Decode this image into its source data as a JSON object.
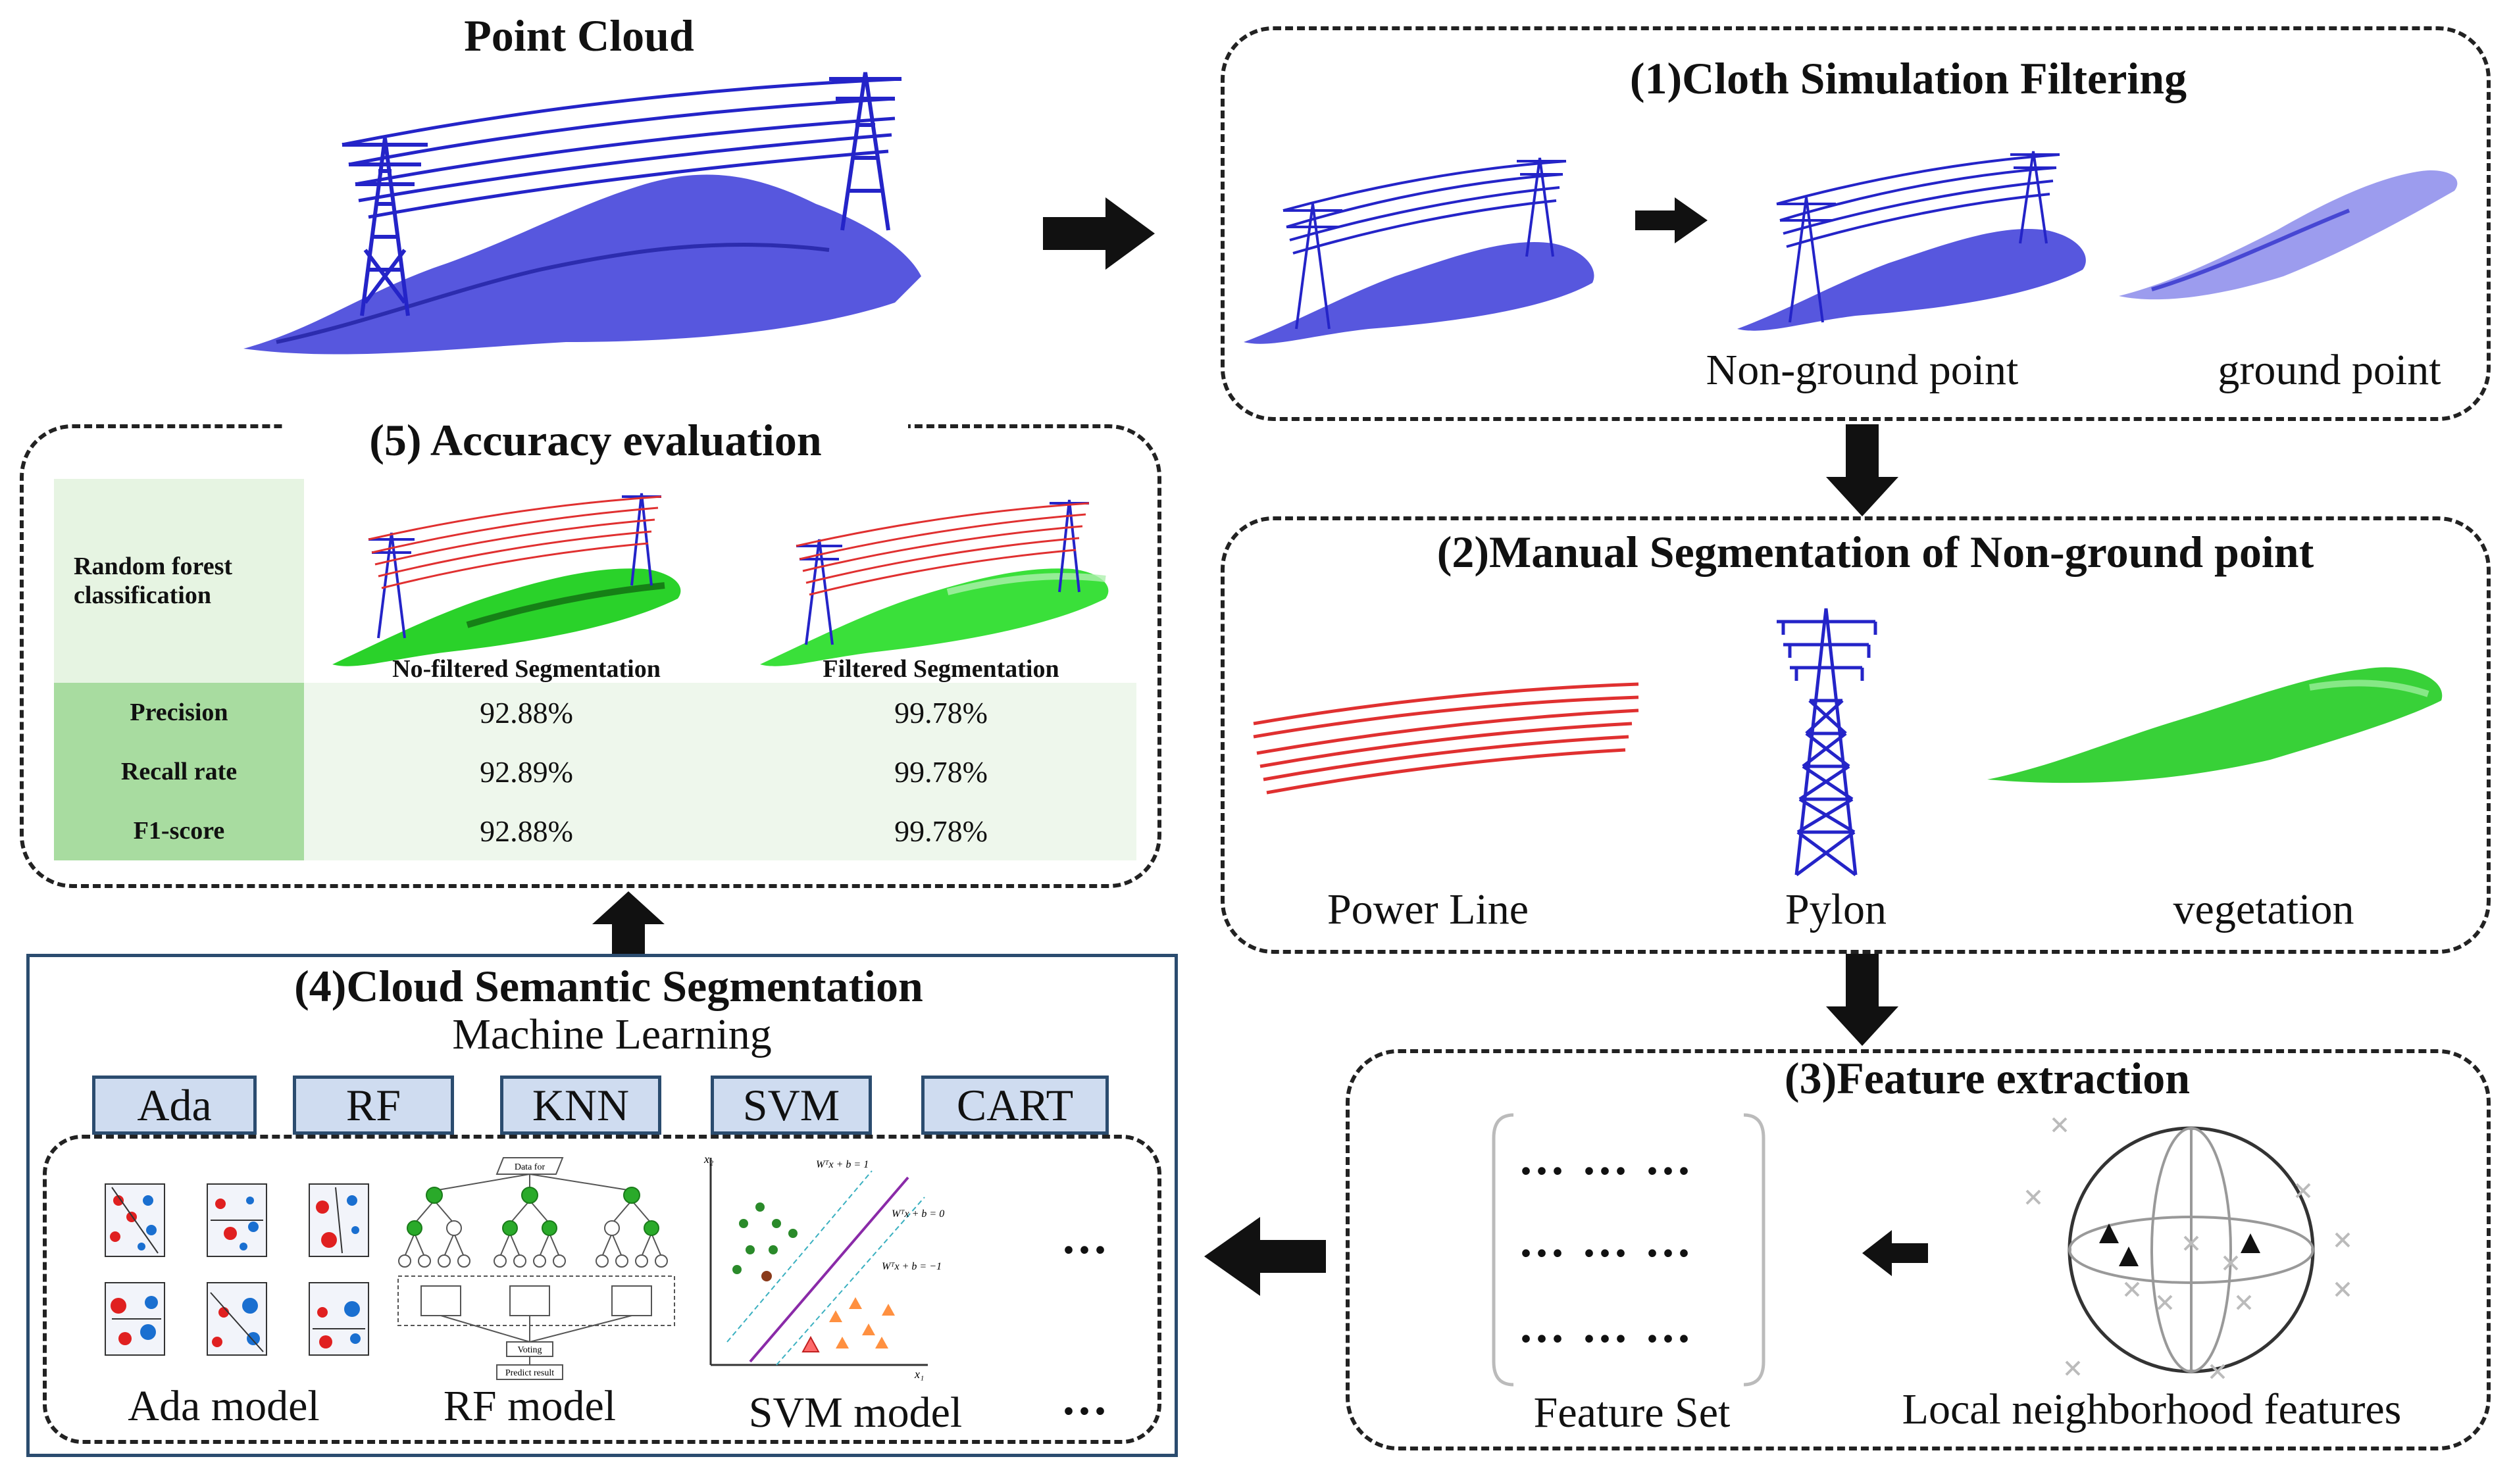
{
  "point_cloud": {
    "title": "Point Cloud"
  },
  "step1": {
    "title": "(1)Cloth Simulation Filtering",
    "non_ground": "Non-ground point",
    "ground": "ground point"
  },
  "step2": {
    "title": "(2)Manual  Segmentation of Non-ground point",
    "power_line": "Power Line",
    "pylon": "Pylon",
    "vegetation": "vegetation"
  },
  "step3": {
    "title": "(3)Feature extraction",
    "feature_set": "Feature Set",
    "local_features": "Local neighborhood features",
    "ellipsis": "... ... ..."
  },
  "step4": {
    "title": "(4)Cloud Semantic Segmentation",
    "subtitle": "Machine Learning",
    "algorithms": [
      "Ada",
      "RF",
      "KNN",
      "SVM",
      "CART"
    ],
    "ada_model": "Ada model",
    "rf_model": "RF model",
    "svm_model": "SVM model",
    "more": "...",
    "rf_data_for": "Data for",
    "rf_voting": "Voting",
    "rf_predict": "Predict result",
    "svm_eq_top": "Wᵀx + b = 1",
    "svm_eq_mid": "Wᵀx + b = 0",
    "svm_eq_bot": "Wᵀx + b = −1",
    "svm_x2": "x₂",
    "svm_x1": "x₁"
  },
  "step5": {
    "title": "(5) Accuracy evaluation",
    "method": "Random forest classification",
    "col_nofilter": "No-filtered Segmentation",
    "col_filter": "Filtered Segmentation",
    "rows": [
      {
        "metric": "Precision",
        "nofilter": "92.88%",
        "filter": "99.78%"
      },
      {
        "metric": "Recall rate",
        "nofilter": "92.89%",
        "filter": "99.78%"
      },
      {
        "metric": "F1-score",
        "nofilter": "92.88%",
        "filter": "99.78%"
      }
    ]
  },
  "colors": {
    "pylon_blue": "#2424c8",
    "line_red": "#e03030",
    "veg_green": "#22cc22",
    "table_green": "#a8dca0",
    "table_light": "#e6f4e2",
    "algo_fill": "#cfdcf0",
    "panel_border": "#2b4c6f"
  },
  "icons": [
    "arrow-right-icon",
    "arrow-down-icon",
    "arrow-up-icon",
    "arrow-left-icon",
    "sphere-icon"
  ]
}
